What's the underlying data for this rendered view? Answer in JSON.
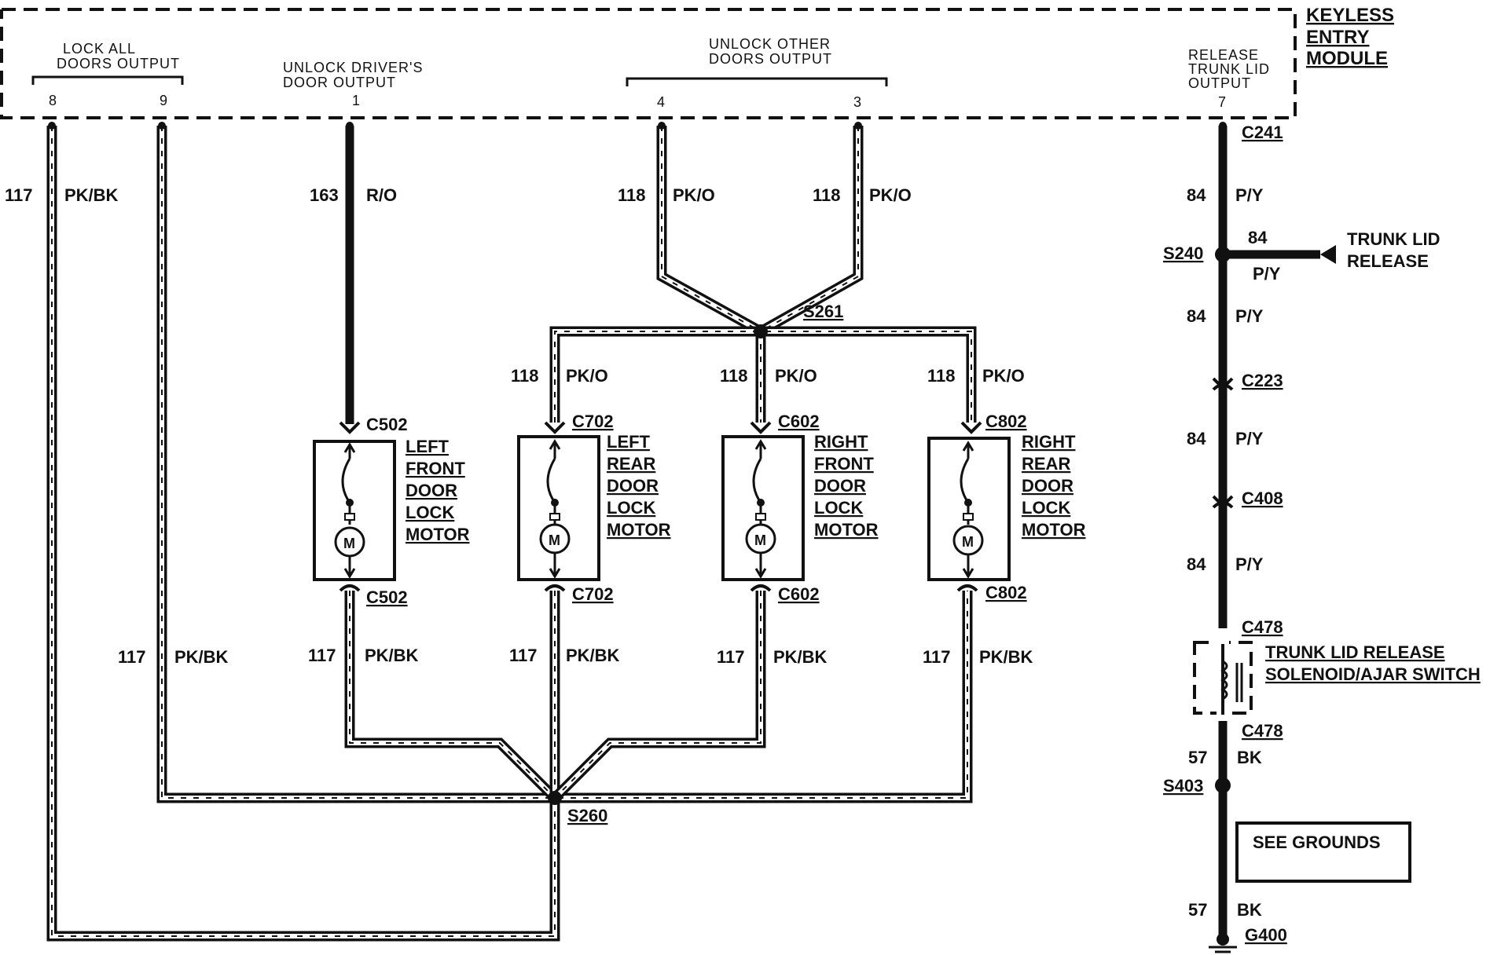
{
  "module": {
    "title_lines": [
      "KEYLESS",
      "ENTRY",
      "MODULE"
    ],
    "outputs": [
      {
        "label_lines": [
          "LOCK ALL",
          "DOORS OUTPUT"
        ],
        "pins": [
          "8",
          "9"
        ]
      },
      {
        "label_lines": [
          "UNLOCK DRIVER'S",
          "DOOR OUTPUT"
        ],
        "pins": [
          "1"
        ]
      },
      {
        "label_lines": [
          "UNLOCK OTHER",
          "DOORS OUTPUT"
        ],
        "pins": [
          "4",
          "3"
        ]
      },
      {
        "label_lines": [
          "RELEASE",
          "TRUNK LID",
          "OUTPUT"
        ],
        "pins": [
          "7"
        ]
      }
    ]
  },
  "wires": {
    "pkbk": {
      "circuit": "117",
      "color": "PK/BK"
    },
    "ro": {
      "circuit": "163",
      "color": "R/O"
    },
    "pko": {
      "circuit": "118",
      "color": "PK/O"
    },
    "py": {
      "circuit": "84",
      "color": "P/Y"
    },
    "bk": {
      "circuit": "57",
      "color": "BK"
    }
  },
  "splices": {
    "s261": "S261",
    "s260": "S260",
    "s240": "S240",
    "s403": "S403"
  },
  "connectors": {
    "c502": "C502",
    "c702": "C702",
    "c602": "C602",
    "c802": "C802",
    "c241": "C241",
    "c223": "C223",
    "c408": "C408",
    "c478": "C478"
  },
  "motors": [
    {
      "lines": [
        "LEFT",
        "FRONT",
        "DOOR",
        "LOCK",
        "MOTOR"
      ]
    },
    {
      "lines": [
        "LEFT",
        "REAR",
        "DOOR",
        "LOCK",
        "MOTOR"
      ]
    },
    {
      "lines": [
        "RIGHT",
        "FRONT",
        "DOOR",
        "LOCK",
        "MOTOR"
      ]
    },
    {
      "lines": [
        "RIGHT",
        "REAR",
        "DOOR",
        "LOCK",
        "MOTOR"
      ]
    }
  ],
  "motor_symbol": "M",
  "trunk": {
    "release_lines": [
      "TRUNK LID",
      "RELEASE"
    ],
    "solenoid_lines": [
      "TRUNK LID RELEASE",
      "SOLENOID/AJAR SWITCH"
    ],
    "see_grounds": "SEE GROUNDS",
    "ground": "G400"
  },
  "colors": {
    "ink": "#111111",
    "paper": "#ffffff"
  }
}
